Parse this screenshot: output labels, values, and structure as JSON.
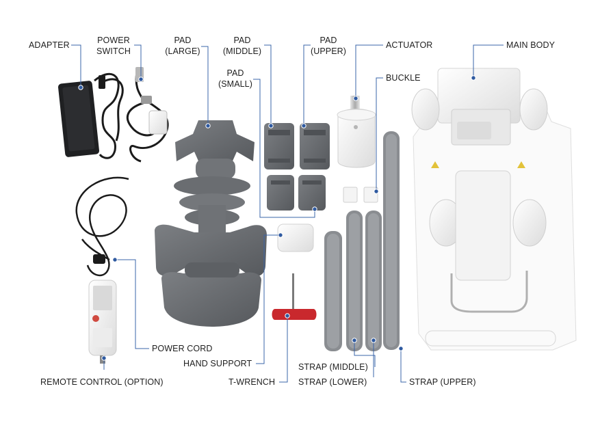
{
  "labels": {
    "adapter": "ADAPTER",
    "power_switch": [
      "POWER",
      "SWITCH"
    ],
    "pad_large": [
      "PAD",
      "(LARGE)"
    ],
    "pad_middle": [
      "PAD",
      "(MIDDLE)"
    ],
    "pad_upper": [
      "PAD",
      "(UPPER)"
    ],
    "pad_small": [
      "PAD",
      "(SMALL)"
    ],
    "actuator": "ACTUATOR",
    "main_body": "MAIN BODY",
    "buckle": "BUCKLE",
    "power_cord": "POWER CORD",
    "hand_support": "HAND SUPPORT",
    "strap_middle": "STRAP (MIDDLE)",
    "remote_control": "REMOTE CONTROL (OPTION)",
    "t_wrench": "T-WRENCH",
    "strap_lower": "STRAP (LOWER)",
    "strap_upper": "STRAP (UPPER)"
  },
  "colors": {
    "leader": "#3a64a8",
    "dot": "#2f5aa0",
    "fabric": "#6e7175",
    "fabric_dark": "#55585c",
    "plastic": "#f1f1f1",
    "metal": "#c8c8c8",
    "wrench_red": "#c9282d"
  }
}
